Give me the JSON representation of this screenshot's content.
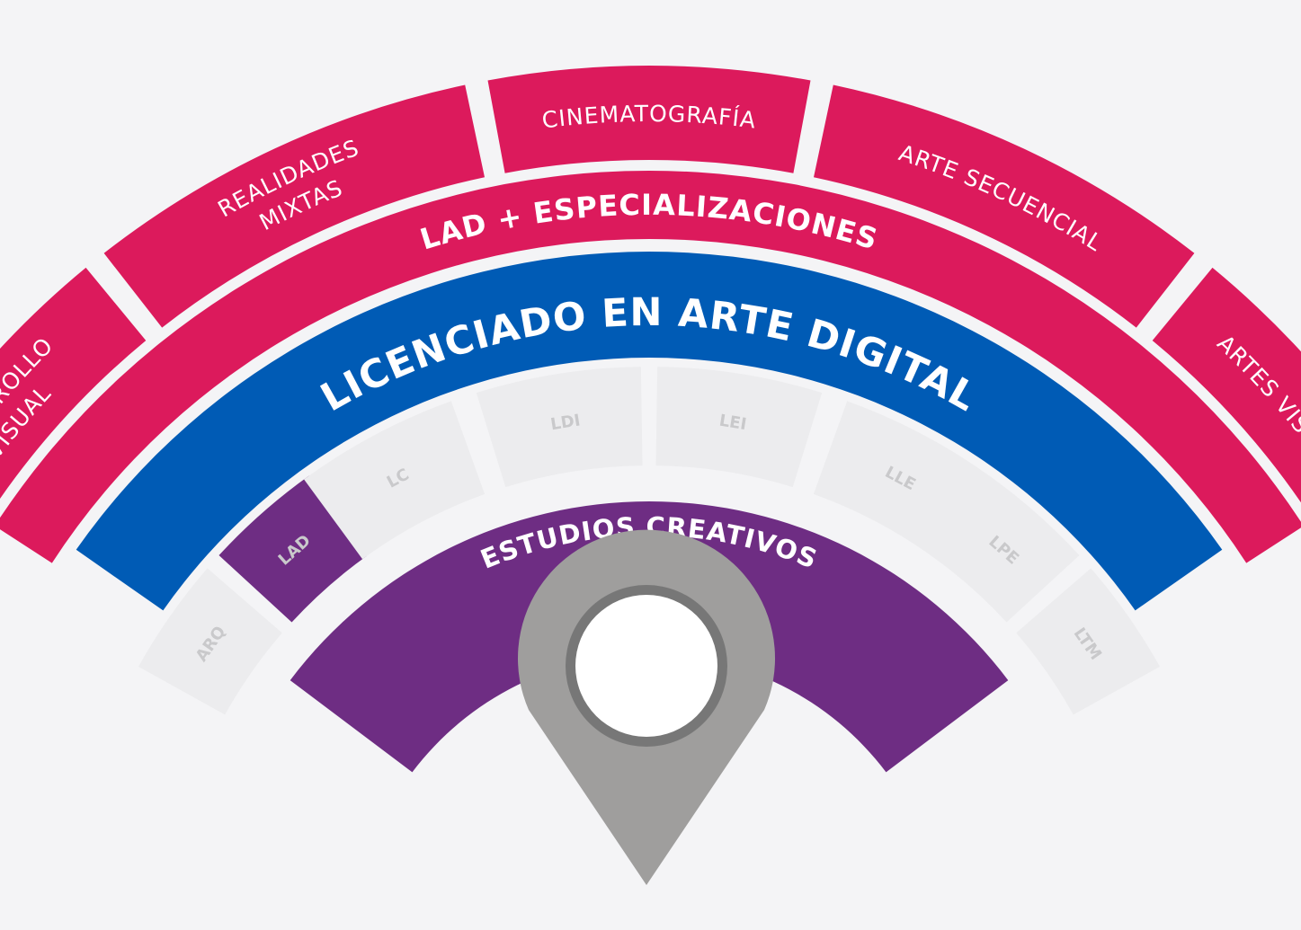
{
  "colors": {
    "background": "#f4f4f6",
    "specialization": "#dc1a5c",
    "degree": "#005bb5",
    "creative": "#6e2d83",
    "pill_inactive": "#ececee",
    "pill_text": "#c9c9cb",
    "pin": "#9f9e9d",
    "pin_ring": "#777777"
  },
  "specializations": [
    {
      "lines": [
        "DESARROLLO",
        "VISUAL"
      ]
    },
    {
      "lines": [
        "REALIDADES",
        "MIXTAS"
      ]
    },
    {
      "lines": [
        "CINEMATOGRAFÍA"
      ]
    },
    {
      "lines": [
        "ARTE SECUENCIAL"
      ]
    },
    {
      "lines": [
        "ARTES VISUALES"
      ]
    }
  ],
  "lad_band": {
    "label": "LAD + ESPECIALIZACIONES"
  },
  "degree_band": {
    "label": "LICENCIADO EN ARTE DIGITAL"
  },
  "creative_band": {
    "label": "ESTUDIOS CREATIVOS"
  },
  "programs": [
    {
      "label": "ARQ",
      "active": false
    },
    {
      "label": "LAD",
      "active": true
    },
    {
      "label": "LC",
      "active": false
    },
    {
      "label": "LDI",
      "active": false
    },
    {
      "label": "LEI",
      "active": false
    },
    {
      "label": "LLE",
      "active": false
    },
    {
      "label": "LPE",
      "active": false
    },
    {
      "label": "LTM",
      "active": false
    }
  ],
  "pin": {
    "icon": "location-pin-icon"
  }
}
